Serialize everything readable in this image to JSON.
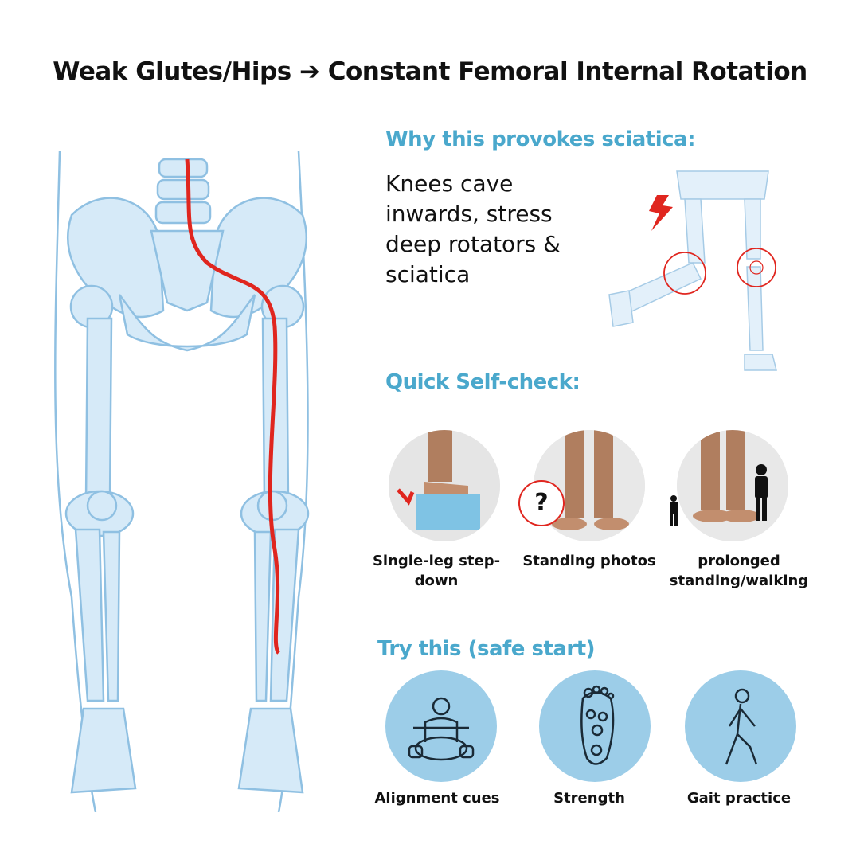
{
  "title": "Weak Glutes/Hips ➔ Constant Femoral Internal Rotation",
  "why": {
    "heading": "Why this provokes sciatica:",
    "text": "Knees cave inwards,  stress deep rotators & sciatica"
  },
  "self_check": {
    "heading": "Quick Self-check:",
    "items": [
      {
        "label": "Single-leg step-down",
        "icon": "step-block-icon"
      },
      {
        "label": "Standing photos",
        "icon": "question-icon"
      },
      {
        "label": "prolonged standing/walking",
        "icon": "person-icon"
      }
    ]
  },
  "try_this": {
    "heading": "Try this (safe start)",
    "items": [
      {
        "label": "Alignment cues",
        "icon": "alignment-icon"
      },
      {
        "label": "Strength",
        "icon": "foot-icon"
      },
      {
        "label": "Gait practice",
        "icon": "walking-icon"
      }
    ]
  },
  "question_mark": "?",
  "colors": {
    "accent": "#4aa8cc",
    "bone": "#d6eaf8",
    "bone_stroke": "#8fc0e2",
    "nerve": "#e0261f",
    "icon_bg": "#9ccde8"
  }
}
